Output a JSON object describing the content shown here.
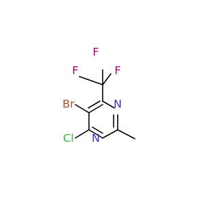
{
  "molecule": {
    "atoms": {
      "F_top": "F",
      "F_left": "F",
      "F_right": "F",
      "Br": "Br",
      "Cl": "Cl",
      "N_upper": "N",
      "N_lower": "N"
    },
    "colors": {
      "bond": "#000000",
      "fluorine": "#b3007d",
      "bromine": "#a0522d",
      "chlorine": "#3cb043",
      "nitrogen": "#3333cc"
    }
  }
}
